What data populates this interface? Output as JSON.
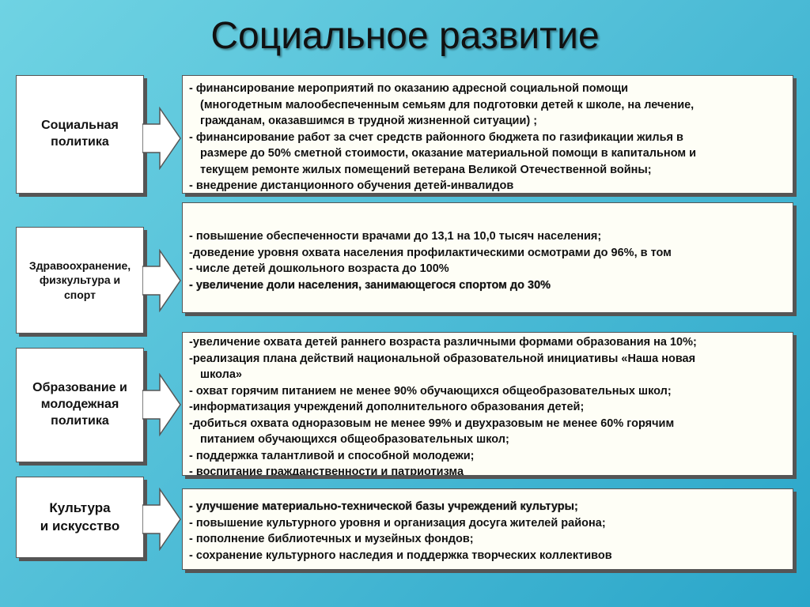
{
  "title": "Социальное развитие",
  "sections": [
    {
      "label": "Социальная\nполитика",
      "lines": [
        "- финансирование мероприятий по оказанию адресной социальной помощи",
        "(многодетным малообеспеченным семьям для подготовки детей к школе, на лечение,",
        "гражданам, оказавшимся в  трудной жизненной ситуации) ;",
        "- финансирование работ  за счет средств районного бюджета   по газификации жилья в",
        "размере до 50% сметной стоимости, оказание  материальной помощи в капитальном и",
        "текущем ремонте жилых  помещений ветерана Великой Отечественной войны;",
        "- внедрение дистанционного  обучения детей-инвалидов"
      ]
    },
    {
      "label": "Здравоохранение,\nфизкультура и\nспорт",
      "lines": [
        "- повышение обеспеченности врачами до 13,1 на 10,0  тысяч населения;",
        "-доведение уровня охвата населения профилактическими осмотрами до 96%, в том",
        "-  числе детей дошкольного возраста до 100%",
        "- увеличение доли населения, занимающегося спортом до 30%"
      ]
    },
    {
      "label": "Образование и\nмолодежная\nполитика",
      "lines": [
        "-увеличение охвата детей раннего возраста различными формами образования на 10%;",
        "-реализация плана действий национальной образовательной инициативы «Наша новая",
        "школа»",
        "- охват горячим питанием не менее 90% обучающихся общеобразовательных школ;",
        "-информатизация учреждений дополнительного образования детей;",
        "-добиться охвата одноразовым не менее 99% и двухразовым не менее 60% горячим",
        "питанием обучающихся общеобразовательных школ;",
        "- поддержка талантливой и способной молодежи;",
        "- воспитание гражданственности и патриотизма"
      ]
    },
    {
      "label": "Культура\nи искусство",
      "lines": [
        "- улучшение материально-технической базы учреждений культуры;",
        "- повышение культурного уровня и организация досуга жителей района;",
        "- пополнение библиотечных и музейных фондов;",
        "- сохранение культурного наследия и поддержка творческих коллективов"
      ]
    }
  ]
}
